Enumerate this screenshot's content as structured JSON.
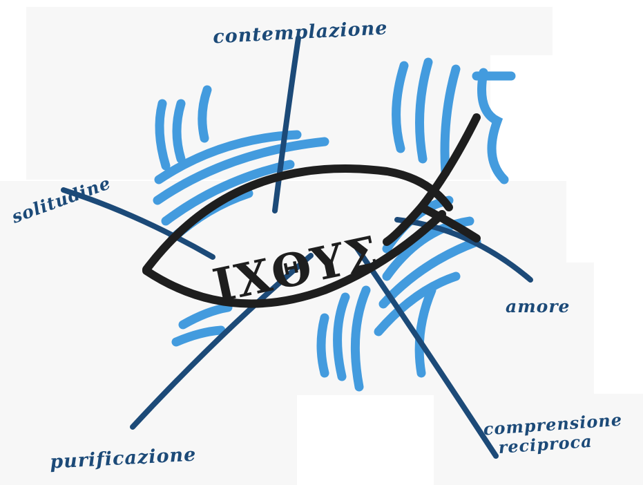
{
  "center": {
    "symbol_text": "IXΘYΣ"
  },
  "labels": {
    "contemplazione": "contemplazione",
    "solitudine": "solitudine",
    "amore": "amore",
    "comprensione_line1": "comprensione",
    "comprensione_line2": "reciproca",
    "purificazione": "purificazione"
  },
  "colors": {
    "background": "#ffffff",
    "paper": "#f7f7f7",
    "light_blue": "#3a97dd",
    "dark_blue": "#1c4a78",
    "fish_outline": "#1e1e1e"
  }
}
